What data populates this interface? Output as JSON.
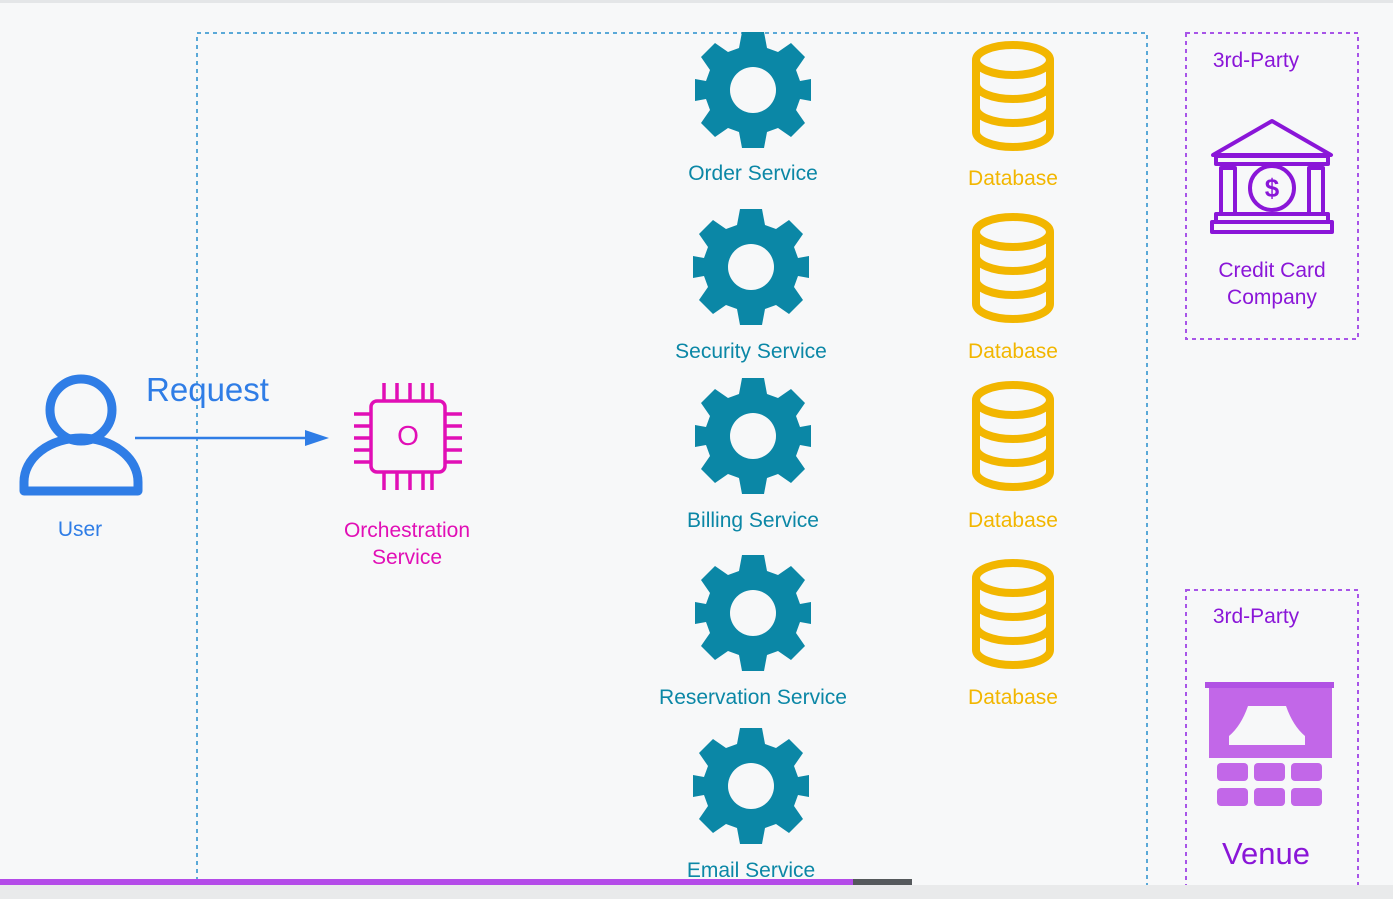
{
  "user": {
    "label": "User"
  },
  "request": {
    "label": "Request"
  },
  "orchestration": {
    "line1": "Orchestration",
    "line2": "Service",
    "chip_glyph": "O"
  },
  "services": [
    {
      "label": "Order Service"
    },
    {
      "label": "Security Service"
    },
    {
      "label": "Billing Service"
    },
    {
      "label": "Reservation Service"
    },
    {
      "label": "Email Service"
    }
  ],
  "databases": [
    {
      "label": "Database"
    },
    {
      "label": "Database"
    },
    {
      "label": "Database"
    },
    {
      "label": "Database"
    }
  ],
  "third_party_credit": {
    "tag": "3rd-Party",
    "line1": "Credit Card",
    "line2": "Company",
    "symbol": "$"
  },
  "third_party_venue": {
    "tag": "3rd-Party",
    "label": "Venue"
  },
  "video_progress": {
    "fraction": 0.935
  },
  "colors": {
    "service": "#0b87a6",
    "database": "#f2b600",
    "third_party": "#8a16d8",
    "orchestration": "#e10fb6",
    "user": "#2f7de6",
    "boundary": "#5aa9d8"
  }
}
